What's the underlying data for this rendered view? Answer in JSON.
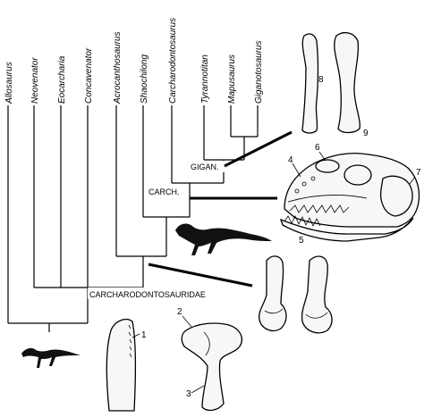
{
  "taxa": [
    "Allosaurus",
    "Neovenator",
    "Eocarcharia",
    "Concavenator",
    "Acrocanthosaurus",
    "Shaochilong",
    "Carcharodontosaurus",
    "Tyrannotitan",
    "Mapusaurus",
    "Giganotosaurus"
  ],
  "clade_labels": {
    "giganotosaurini": "GIGAN.",
    "carcharodontosaurinae": "CARCH.",
    "carcharodontosauridae": "CARCHARODONTOSAURIDAE"
  },
  "figure_numbers": [
    "1",
    "2",
    "3",
    "4",
    "5",
    "6",
    "7",
    "8",
    "9"
  ]
}
